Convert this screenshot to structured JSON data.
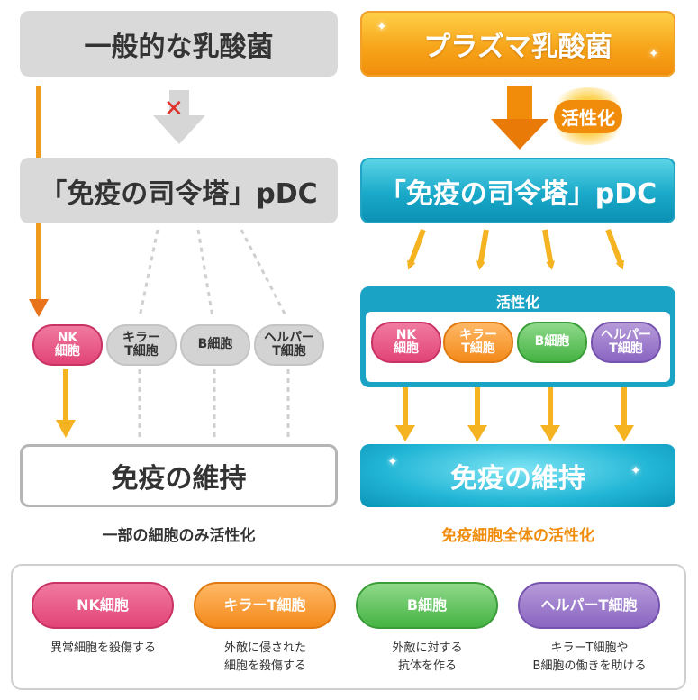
{
  "left": {
    "title": "一般的な乳酸菌",
    "pdc": "「免疫の司令塔」pDC",
    "cells": [
      "NK\n細胞",
      "キラー\nT細胞",
      "B細胞",
      "ヘルパー\nT細胞"
    ],
    "maintenance": "免疫の維持",
    "summary": "一部の細胞のみ活性化"
  },
  "right": {
    "title": "プラズマ乳酸菌",
    "badge": "活性化",
    "pdc": "「免疫の司令塔」pDC",
    "activation_label": "活性化",
    "cells": [
      "NK\n細胞",
      "キラー\nT細胞",
      "B細胞",
      "ヘルパー\nT細胞"
    ],
    "maintenance": "免疫の維持",
    "summary": "免疫細胞全体の活性化"
  },
  "legend": [
    {
      "label": "NK細胞",
      "desc": "異常細胞を殺傷する"
    },
    {
      "label": "キラーT細胞",
      "desc": "外敵に侵された\n細胞を殺傷する"
    },
    {
      "label": "B細胞",
      "desc": "外敵に対する\n抗体を作る"
    },
    {
      "label": "ヘルパーT細胞",
      "desc": "キラーT細胞や\nB細胞の働きを助ける"
    }
  ],
  "colors": {
    "nk": "#e24478",
    "killer_t": "#f38a1a",
    "b_cell": "#45b343",
    "helper_t": "#8a66c2",
    "plasma_orange": "#f7a51a",
    "pdc_teal": "#1aa9c9",
    "cross_red": "#e0302a"
  }
}
